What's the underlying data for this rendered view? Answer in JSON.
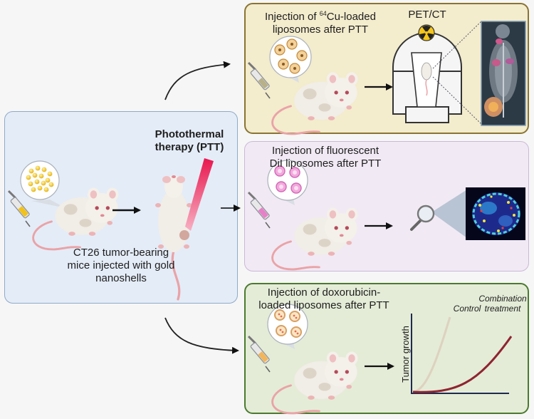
{
  "left": {
    "caption_line1": "CT26 tumor-bearing",
    "caption_line2": "mice injected with gold",
    "caption_line3": "nanoshells"
  },
  "ptt": {
    "line1": "Photothermal",
    "line2": "therapy (PTT)"
  },
  "top": {
    "title_prefix": "Injection of ",
    "title_sup": "64",
    "title_suffix": "Cu-loaded",
    "title_line2": "liposomes after PTT",
    "scanner_label": "PET/CT"
  },
  "mid": {
    "title_line1": "Injection of fluorescent",
    "title_line2": "DiI liposomes after PTT"
  },
  "bot": {
    "title_line1": "Injection of doxorubicin-",
    "title_line2": "loaded liposomes after PTT",
    "curve_control": "Control",
    "curve_combo_line1": "Combination",
    "curve_combo_line2": "treatment",
    "ylabel": "Tumor growth"
  },
  "colors": {
    "gold": "#f2c21a",
    "pink": "#e680c8",
    "laser": "#e8174f",
    "control_curve": "#ddd2bf",
    "combo_curve": "#8f2431"
  }
}
